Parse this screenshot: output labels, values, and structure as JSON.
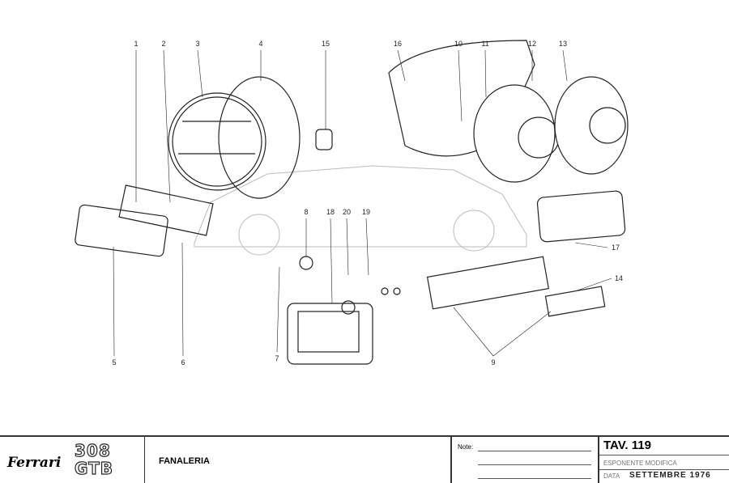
{
  "callouts": {
    "c1": "1",
    "c2": "2",
    "c3": "3",
    "c4": "4",
    "c15": "15",
    "c16": "16",
    "c10": "10",
    "c11": "11",
    "c12": "12",
    "c13": "13",
    "c5": "5",
    "c6": "6",
    "c8": "8",
    "c18": "18",
    "c20": "20",
    "c19": "19",
    "c7": "7",
    "c17": "17",
    "c14": "14",
    "c9": "9"
  },
  "footer": {
    "brand": "Ferrari",
    "model_top": "308",
    "model_bottom": "GTB",
    "title": "FANALERIA",
    "note_label": "Note:",
    "tav": "TAV.  119",
    "esponente": "ESPONENTE  MODIFICA",
    "data_label": "DATA",
    "data_value": "SETTEMBRE 1976"
  }
}
